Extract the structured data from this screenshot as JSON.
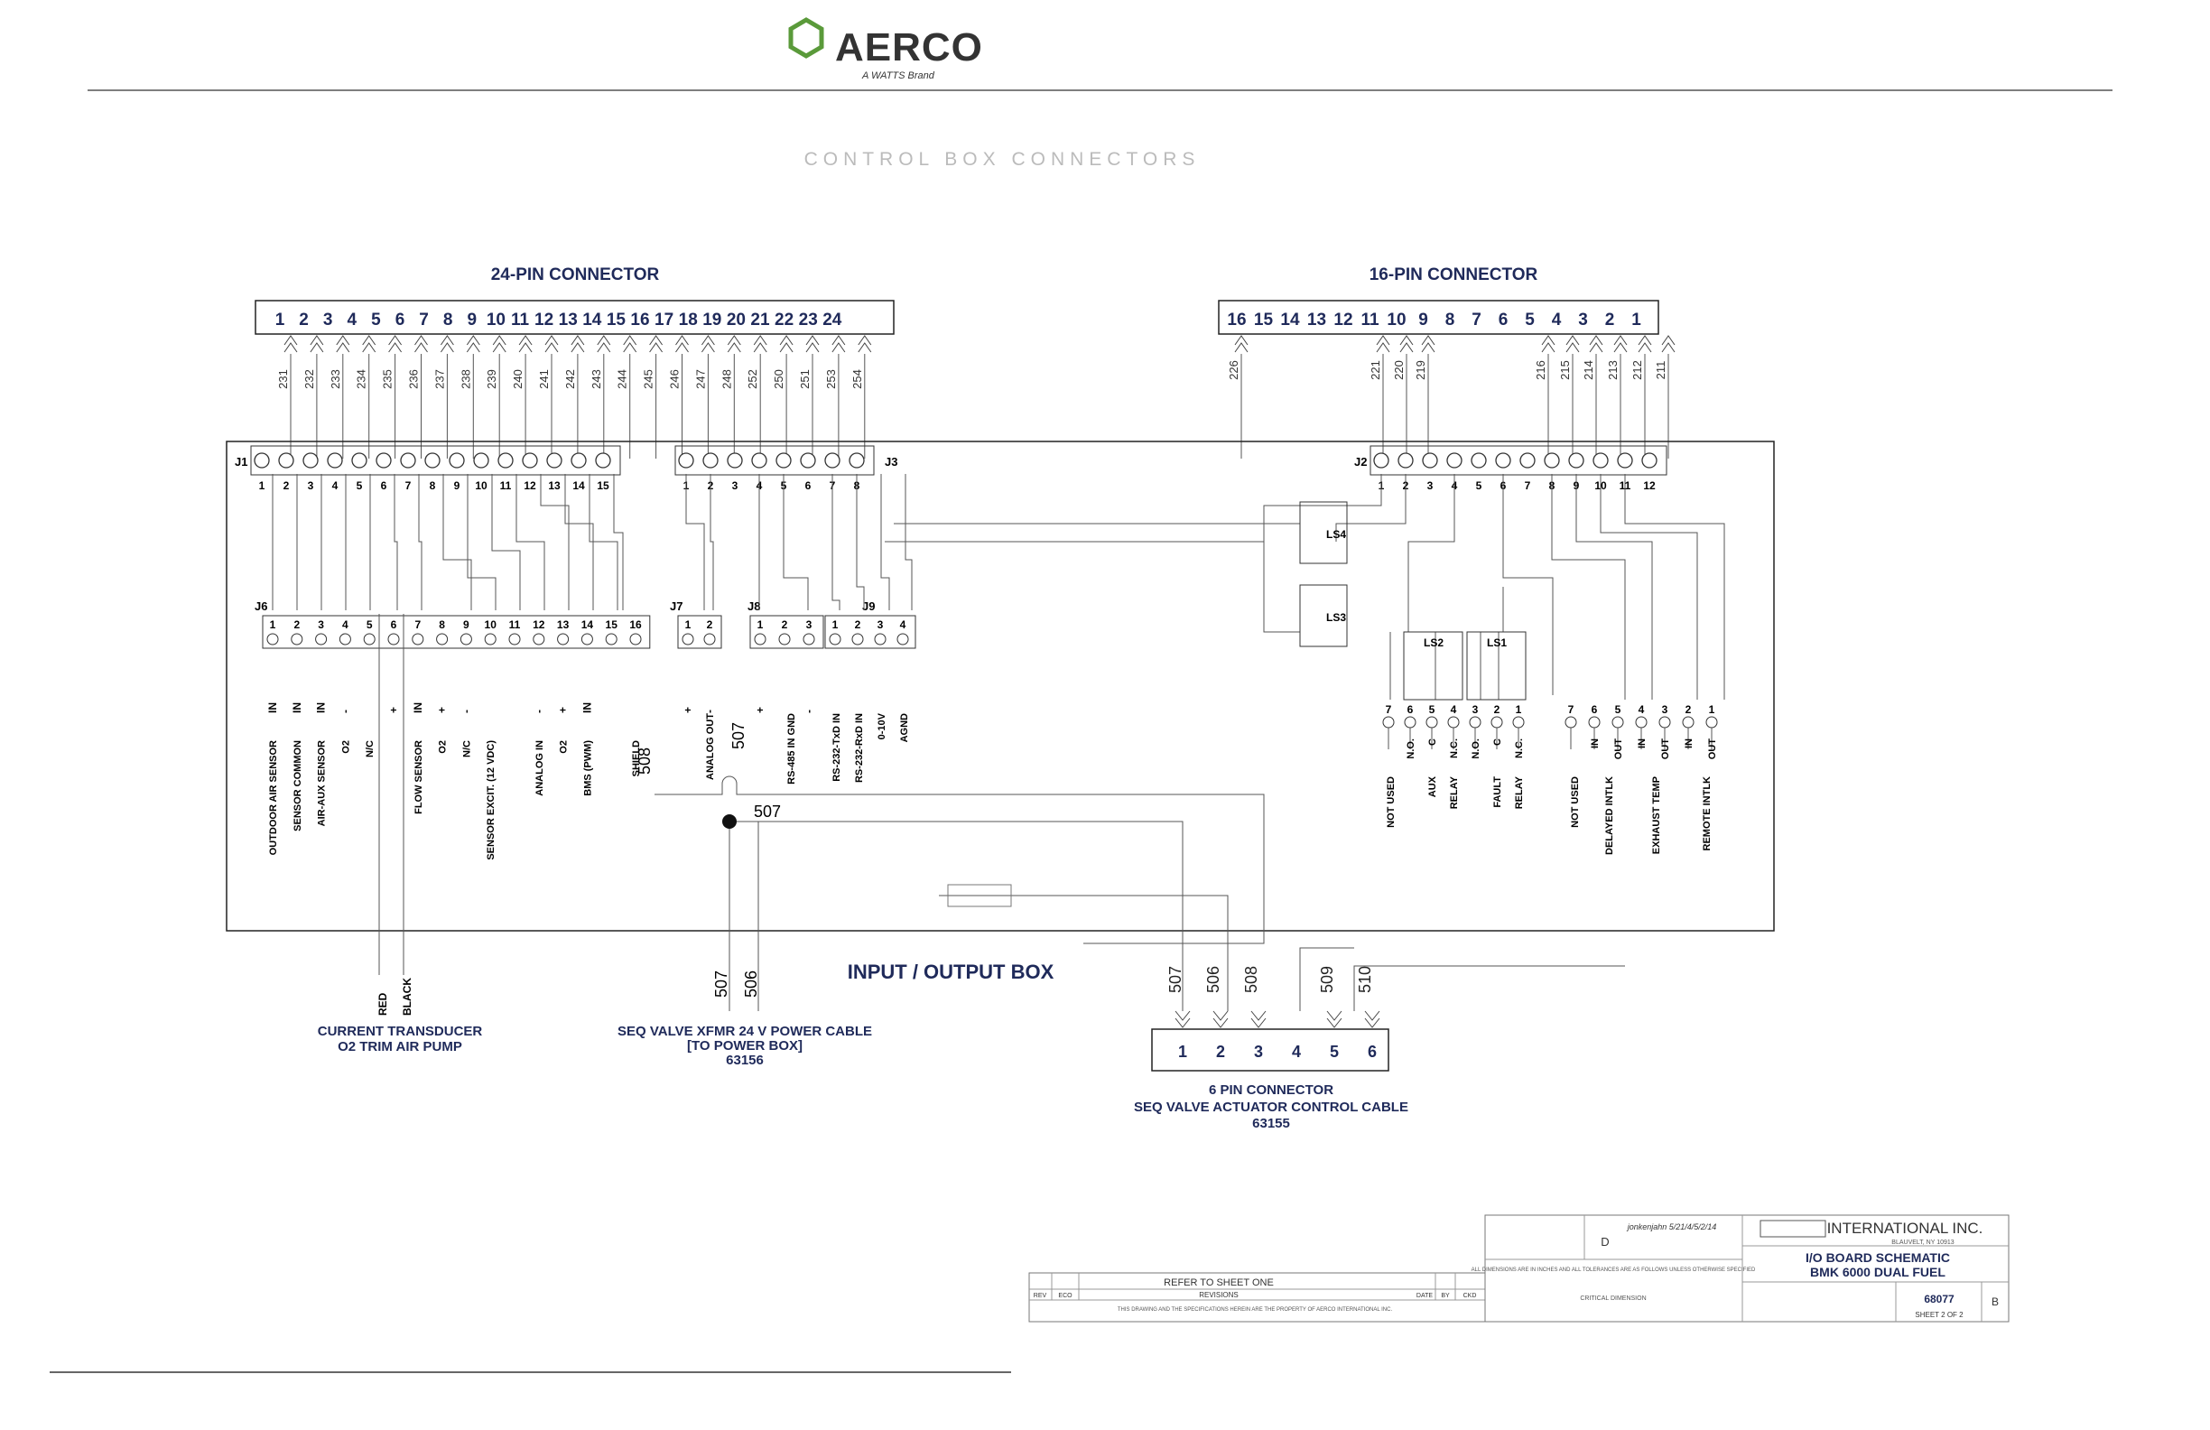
{
  "header": {
    "brand": "AERCO",
    "tagline": "A WATTS Brand"
  },
  "section_title": "CONTROL BOX CONNECTORS",
  "connector24": {
    "title": "24-PIN CONNECTOR",
    "pins": [
      "1",
      "2",
      "3",
      "4",
      "5",
      "6",
      "7",
      "8",
      "9",
      "10",
      "11",
      "12",
      "13",
      "14",
      "15",
      "16",
      "17",
      "18",
      "19",
      "20",
      "21",
      "22",
      "23",
      "24"
    ],
    "wires": [
      "231",
      "232",
      "233",
      "234",
      "235",
      "236",
      "237",
      "238",
      "239",
      "240",
      "241",
      "242",
      "243",
      "244",
      "245",
      "246",
      "247",
      "248",
      "252",
      "250",
      "251",
      "253",
      "254"
    ]
  },
  "connector16": {
    "title": "16-PIN CONNECTOR",
    "pins": [
      "16",
      "15",
      "14",
      "13",
      "12",
      "11",
      "10",
      "9",
      "8",
      "7",
      "6",
      "5",
      "4",
      "3",
      "2",
      "1"
    ],
    "wires": [
      "226",
      "221",
      "220",
      "219",
      "216",
      "215",
      "214",
      "213",
      "212",
      "211"
    ]
  },
  "terminals": {
    "J1": {
      "label": "J1",
      "pins": [
        "1",
        "2",
        "3",
        "4",
        "5",
        "6",
        "7",
        "8",
        "9",
        "10",
        "11",
        "12",
        "13",
        "14",
        "15"
      ]
    },
    "J3": {
      "label": "J3",
      "pins": [
        "1",
        "2",
        "3",
        "4",
        "5",
        "6",
        "7",
        "8"
      ]
    },
    "J2": {
      "label": "J2",
      "pins": [
        "1",
        "2",
        "3",
        "4",
        "5",
        "6",
        "7",
        "8",
        "9",
        "10",
        "11",
        "12"
      ]
    },
    "J6": {
      "label": "J6",
      "pins": [
        "1",
        "2",
        "3",
        "4",
        "5",
        "6",
        "7",
        "8",
        "9",
        "10",
        "11",
        "12",
        "13",
        "14",
        "15",
        "16"
      ],
      "sig": [
        "IN",
        "IN",
        "IN",
        "-",
        "",
        "+",
        "IN",
        "+",
        "-",
        "",
        "",
        "-",
        "+",
        "IN",
        "",
        ""
      ],
      "labels": [
        "OUTDOOR AIR SENSOR",
        "SENSOR COMMON",
        "AIR-AUX SENSOR",
        "O2",
        "N/C",
        "",
        "FLOW SENSOR",
        "O2",
        "N/C",
        "SENSOR EXCIT. (12 VDC)",
        "",
        "ANALOG IN",
        "O2",
        "BMS (PWM)",
        "",
        "SHIELD"
      ]
    },
    "J7": {
      "label": "J7",
      "pins": [
        "1",
        "2"
      ],
      "sig": [
        "+",
        "-"
      ],
      "labels": [
        "ANALOG OUT"
      ]
    },
    "J8": {
      "label": "J8",
      "pins": [
        "1",
        "2",
        "3"
      ],
      "sig": [
        "+",
        "",
        "-"
      ],
      "labels": [
        "RS-485 IN GND"
      ]
    },
    "J9": {
      "label": "J9",
      "pins": [
        "1",
        "2",
        "3",
        "4"
      ],
      "sig": [
        "",
        "",
        "",
        ""
      ],
      "labels": [
        "RS-232-TxD IN",
        "RS-232-RxD IN",
        "0-10V",
        "AGND"
      ]
    }
  },
  "relays": [
    "LS4",
    "LS3",
    "LS2",
    "LS1"
  ],
  "right_terminals": {
    "nums": [
      "7",
      "6",
      "5",
      "4",
      "3",
      "2",
      "1",
      "7",
      "6",
      "5",
      "4",
      "3",
      "2",
      "1"
    ],
    "contacts": [
      "N.O.",
      "C",
      "N.C.",
      "N.O.",
      "C",
      "N.C.",
      "IN",
      "OUT",
      "IN",
      "OUT",
      "IN",
      "OUT"
    ],
    "labels": [
      "NOT USED",
      "AUX",
      "RELAY",
      "FAULT",
      "RELAY",
      "NOT USED",
      "DELAYED INTLK",
      "EXHAUST TEMP",
      "REMOTE INTLK"
    ]
  },
  "box_label": "INPUT / OUTPUT BOX",
  "wires_misc": {
    "w508": "508",
    "w507": "507",
    "w507b": "507",
    "w507c": "507",
    "w506": "506"
  },
  "pump": {
    "red": "RED",
    "black": "BLACK",
    "line1": "CURRENT TRANSDUCER",
    "line2": "O2 TRIM AIR PUMP"
  },
  "seq_cable": {
    "line1": "SEQ VALVE XFMR 24 V POWER CABLE",
    "line2": "[TO POWER BOX]",
    "line3": "63156",
    "w507": "507",
    "w506": "506"
  },
  "six_pin": {
    "pins": [
      "1",
      "2",
      "3",
      "4",
      "5",
      "6"
    ],
    "wires": [
      "507",
      "506",
      "508",
      "509",
      "510"
    ],
    "line1": "6 PIN CONNECTOR",
    "line2": "SEQ VALVE ACTUATOR CONTROL CABLE",
    "line3": "63155"
  },
  "title_block": {
    "company": "INTERNATIONAL INC.",
    "city": "BLAUVELT, NY 10913",
    "title1": "I/O BOARD SCHEMATIC",
    "title2": "BMK 6000 DUAL FUEL",
    "dwg_no": "68077",
    "sheet": "SHEET 2 OF 2",
    "rev": "B",
    "refer": "REFER TO SHEET ONE",
    "revisions": "REVISIONS",
    "size": "D",
    "rev_h": "REV",
    "eco_h": "ECO",
    "date_h": "DATE",
    "by_h": "BY",
    "ckd_h": "CKD",
    "drawn_by": "jonkenjahn 5/21/4/5/2/14",
    "dims_note": "ALL DIMENSIONS ARE IN INCHES AND ALL TOLERANCES ARE AS FOLLOWS UNLESS OTHERWISE SPECIFIED",
    "crit_dim": "CRITICAL DIMENSION",
    "proprietary": "THIS DRAWING AND THE SPECIFICATIONS HEREIN ARE THE PROPERTY OF AERCO INTERNATIONAL INC."
  }
}
